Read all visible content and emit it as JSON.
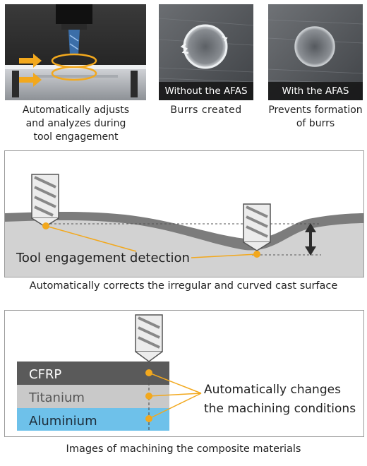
{
  "top_row": {
    "photo1": {
      "caption": [
        "Automatically adjusts",
        "and analyzes during",
        "tool engagement"
      ]
    },
    "photo2": {
      "overlay_label": "Without the AFAS",
      "caption": "Burrs created"
    },
    "photo3": {
      "overlay_label": "With the AFAS",
      "caption": [
        "Prevents formation",
        "of burrs"
      ]
    }
  },
  "panel_cast": {
    "annotation": "Tool engagement detection",
    "caption": "Automatically corrects the irregular and curved cast surface"
  },
  "panel_composite": {
    "layers": [
      {
        "label": "CFRP",
        "color": "#5a5a5a",
        "text_color": "#ffffff"
      },
      {
        "label": "Titanium",
        "color": "#c9c9c9",
        "text_color": "#555555"
      },
      {
        "label": "Aluminium",
        "color": "#6ec1ea",
        "text_color": "#1d2d3a"
      }
    ],
    "annotation": [
      "Automatically changes",
      "the machining conditions"
    ],
    "caption": "Images of machining the composite materials"
  },
  "colors": {
    "accent_orange": "#f2a81d",
    "frame_gray": "#9a9a9a"
  }
}
